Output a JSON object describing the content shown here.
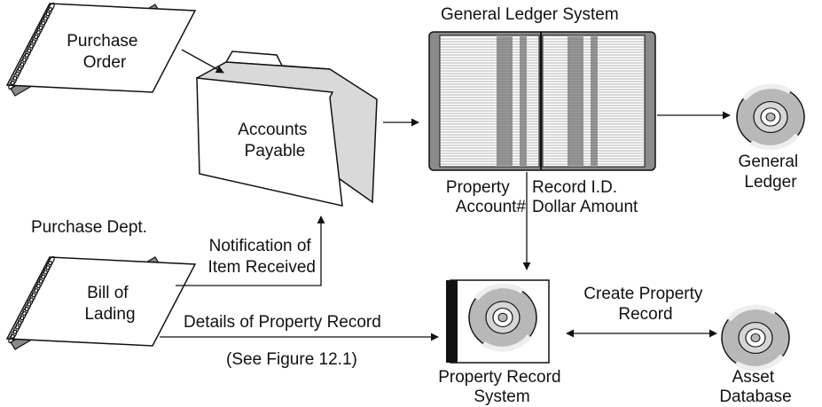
{
  "nodes": {
    "purchase_order": [
      "Purchase",
      "Order"
    ],
    "accounts_payable": [
      "Accounts",
      "Payable"
    ],
    "general_ledger_system": "General Ledger System",
    "general_ledger": [
      "General",
      "Ledger"
    ],
    "property_account": [
      "Property",
      "Account#"
    ],
    "record_id": [
      "Record I.D.",
      "Dollar Amount"
    ],
    "purchase_dept": "Purchase Dept.",
    "bill_of_lading": [
      "Bill of",
      "Lading"
    ],
    "property_record_system": [
      "Property Record",
      "System"
    ],
    "asset_database": [
      "Asset",
      "Database"
    ]
  },
  "edges": {
    "notification": [
      "Notification of",
      "Item Received"
    ],
    "details": "Details of Property Record",
    "see_figure": "(See Figure 12.1)",
    "create_property_record": [
      "Create Property",
      "Record"
    ]
  },
  "colors": {
    "line": "#111111",
    "gray": "#8a8a8a",
    "disc_fill": "#b8b8b8",
    "paper": "#ffffff"
  },
  "icons": [
    "spiral-notebook-icon",
    "folder-icon",
    "ledger-book-icon",
    "cd-disc-icon",
    "cd-case-icon"
  ]
}
